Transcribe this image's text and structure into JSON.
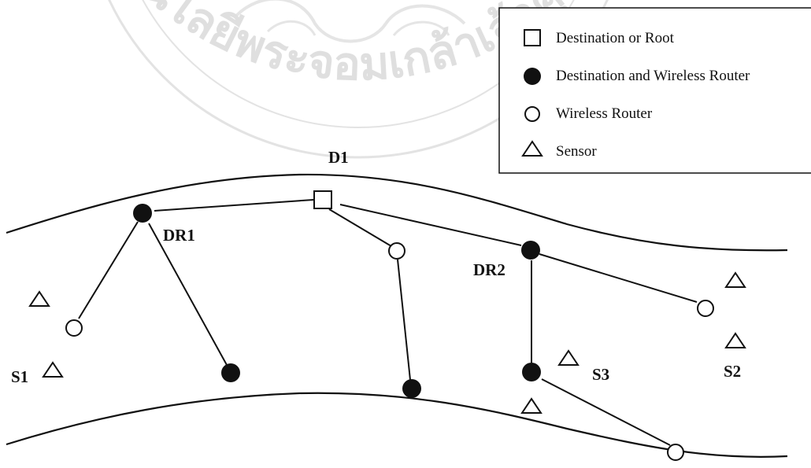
{
  "watermark": {
    "arc_text": "มหาวิทยาลัยเทคโนโลยีพระจอมเกล้าเจ้าคุณทหารลาดกระบัง"
  },
  "legend": {
    "items": [
      {
        "symbol": "square",
        "label": "Destination or Root"
      },
      {
        "symbol": "filled-circle",
        "label": "Destination and Wireless Router"
      },
      {
        "symbol": "open-circle",
        "label": "Wireless Router"
      },
      {
        "symbol": "triangle",
        "label": "Sensor"
      }
    ]
  },
  "labels": {
    "d1": "D1",
    "dr1": "DR1",
    "dr2": "DR2",
    "s1": "S1",
    "s2": "S2",
    "s3": "S3"
  },
  "colors": {
    "stroke": "#111111",
    "watermark": "#dcdcdc"
  }
}
